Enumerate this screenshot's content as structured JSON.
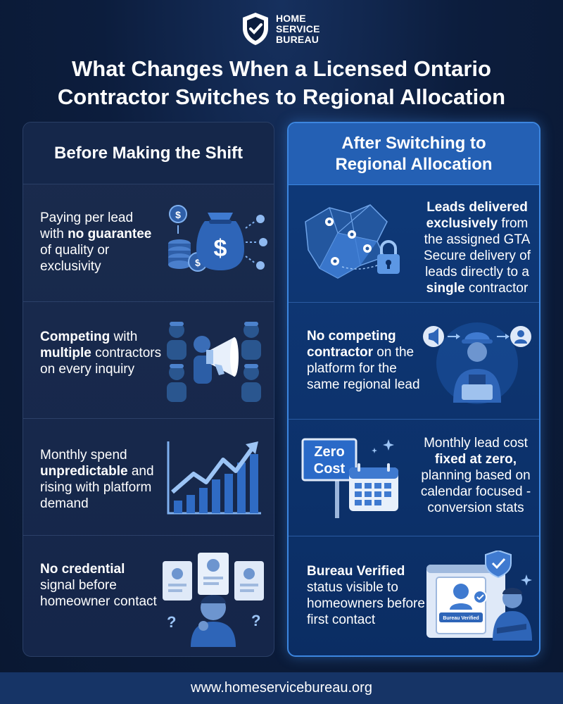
{
  "brand": {
    "line1": "HOME",
    "line2": "SERVICE",
    "line3": "BUREAU"
  },
  "title": {
    "line1": "What Changes When a Licensed Ontario",
    "line2": "Contractor Switches to Regional Allocation"
  },
  "before": {
    "heading": "Before Making the Shift",
    "items": [
      {
        "parts": [
          {
            "t": "Paying per lead with ",
            "b": false
          },
          {
            "t": "no guarantee",
            "b": true
          },
          {
            "t": " of quality or exclusivity",
            "b": false
          }
        ],
        "icon": "money-bag-icon"
      },
      {
        "parts": [
          {
            "t": "Competing",
            "b": true
          },
          {
            "t": " with ",
            "b": false
          },
          {
            "t": "multiple",
            "b": true
          },
          {
            "t": " contractors on every inquiry",
            "b": false
          }
        ],
        "icon": "megaphone-crowd-icon"
      },
      {
        "parts": [
          {
            "t": "Monthly spend ",
            "b": false
          },
          {
            "t": "unpredictable",
            "b": true
          },
          {
            "t": " and rising with platform demand",
            "b": false
          }
        ],
        "icon": "rising-chart-icon"
      },
      {
        "parts": [
          {
            "t": "No credential",
            "b": true
          },
          {
            "t": " signal before homeowner contact",
            "b": false
          }
        ],
        "icon": "confused-person-icon"
      }
    ]
  },
  "after": {
    "heading_line1": "After Switching to",
    "heading_line2": "Regional Allocation",
    "items": [
      {
        "parts": [
          {
            "t": "Leads delivered exclusively",
            "b": true
          },
          {
            "t": " from the assigned GTA Secure delivery of leads directly to a ",
            "b": false
          },
          {
            "t": "single",
            "b": true
          },
          {
            "t": " contractor",
            "b": false
          }
        ],
        "icon": "region-map-lock-icon"
      },
      {
        "parts": [
          {
            "t": "No competing contractor",
            "b": true
          },
          {
            "t": " on the platform for the same regional lead",
            "b": false
          }
        ],
        "icon": "single-contractor-icon"
      },
      {
        "parts": [
          {
            "t": "Monthly lead cost ",
            "b": false
          },
          {
            "t": "fixed at zero,",
            "b": true
          },
          {
            "t": " planning based on calendar focused - conversion stats",
            "b": false
          }
        ],
        "icon": "zero-cost-calendar-icon"
      },
      {
        "parts": [
          {
            "t": "Bureau Verified",
            "b": true
          },
          {
            "t": " status visible to homeowners before first contact",
            "b": false
          }
        ],
        "icon": "verified-badge-icon"
      }
    ],
    "sign_line1": "Zero",
    "sign_line2": "Cost",
    "badge_label": "Bureau Verified"
  },
  "footer": "www.homeservicebureau.org",
  "colors": {
    "background": "#0c1d3d",
    "accent": "#3c86e0",
    "left_panel": "#1a2b4d",
    "right_panel": "#0f3a7a"
  }
}
